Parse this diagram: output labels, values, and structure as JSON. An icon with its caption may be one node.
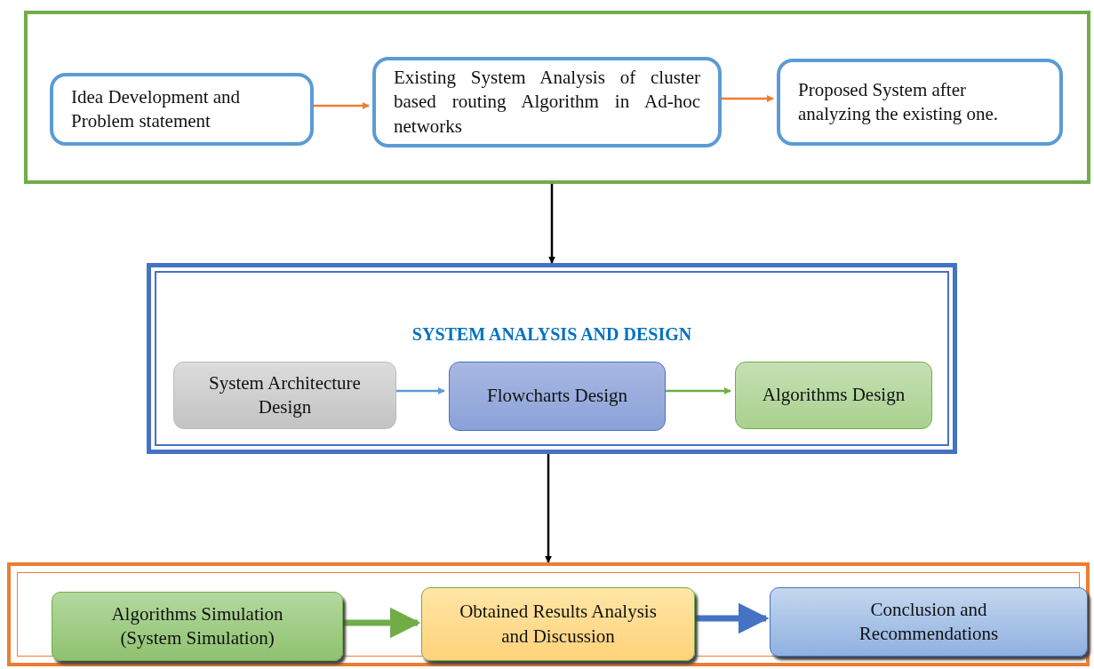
{
  "diagram": {
    "nodes": [
      {
        "text": [],
        "shape": "box"
      },
      {
        "text": [
          "Idea Development and Problem statement"
        ],
        "in": 0
      },
      {
        "text": [
          "Existing System Analysis of cluster based routing Algorithm in Ad-hoc networks"
        ],
        "in": 0
      },
      {
        "text": [
          "Proposed System after analyzing the existing one."
        ],
        "in": 0
      },
      {
        "text": [
          "SYSTEM ANALYSIS AND DESIGN"
        ]
      },
      {
        "text": [
          "System Architecture Design"
        ],
        "in": 4
      },
      {
        "text": [
          "Flowcharts Design"
        ],
        "in": 4
      },
      {
        "text": [
          "Algorithms Design"
        ],
        "in": 4
      },
      {
        "text": [],
        "shape": "box"
      },
      {
        "text": [
          "Algorithms Simulation (System Simulation)"
        ],
        "in": 8
      },
      {
        "text": [
          "Obtained Results Analysis and Discussion"
        ],
        "in": 8
      },
      {
        "text": [
          "Conclusion and Recommendations"
        ],
        "in": 8
      }
    ],
    "edges": [
      {
        "from": 1,
        "to": 2,
        "arrow": "to",
        "color": "#ed7d31"
      },
      {
        "from": 2,
        "to": 3,
        "arrow": "to",
        "color": "#ed7d31"
      },
      {
        "from": 0,
        "to": 4,
        "arrow": "to",
        "color": "#000000"
      },
      {
        "from": 5,
        "to": 6,
        "arrow": "to",
        "color": "#5b9bd5"
      },
      {
        "from": 6,
        "to": 7,
        "arrow": "to",
        "color": "#70ad47"
      },
      {
        "from": 4,
        "to": 8,
        "arrow": "to",
        "color": "#000000"
      },
      {
        "from": 9,
        "to": 10,
        "arrow": "to",
        "style": "thick",
        "color": "#70ad47"
      },
      {
        "from": 10,
        "to": 11,
        "arrow": "to",
        "style": "thick",
        "color": "#4472c4"
      }
    ]
  }
}
